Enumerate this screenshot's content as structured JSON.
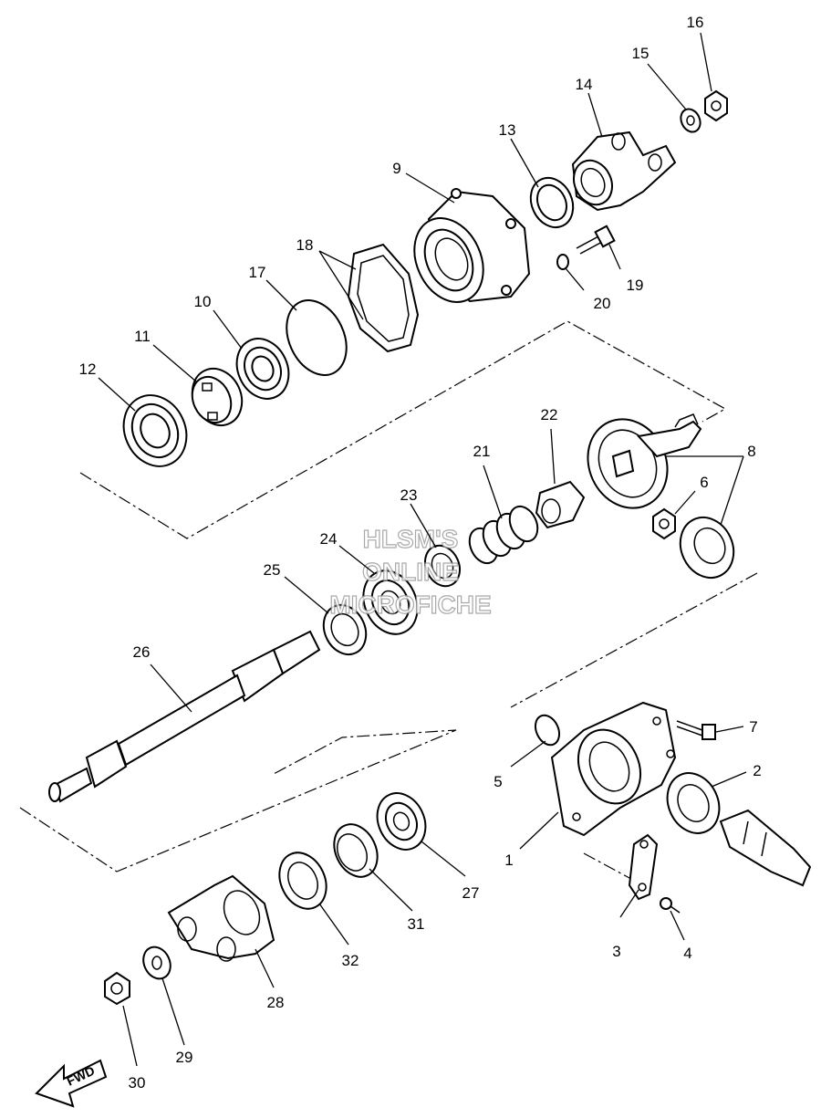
{
  "watermark": {
    "line1": "HLSM'S",
    "line2": "ONLINE",
    "line3": "MICROFICHE"
  },
  "fwd_label": "FWD",
  "callouts": {
    "c1": "1",
    "c2": "2",
    "c3": "3",
    "c4": "4",
    "c5": "5",
    "c6": "6",
    "c7": "7",
    "c8": "8",
    "c9": "9",
    "c10": "10",
    "c11": "11",
    "c12": "12",
    "c13": "13",
    "c14": "14",
    "c15": "15",
    "c16": "16",
    "c17": "17",
    "c18": "18",
    "c19": "19",
    "c20": "20",
    "c21": "21",
    "c22": "22",
    "c23": "23",
    "c24": "24",
    "c25": "25",
    "c26": "26",
    "c27": "27",
    "c28": "28",
    "c29": "29",
    "c30": "30",
    "c31": "31",
    "c32": "32"
  }
}
